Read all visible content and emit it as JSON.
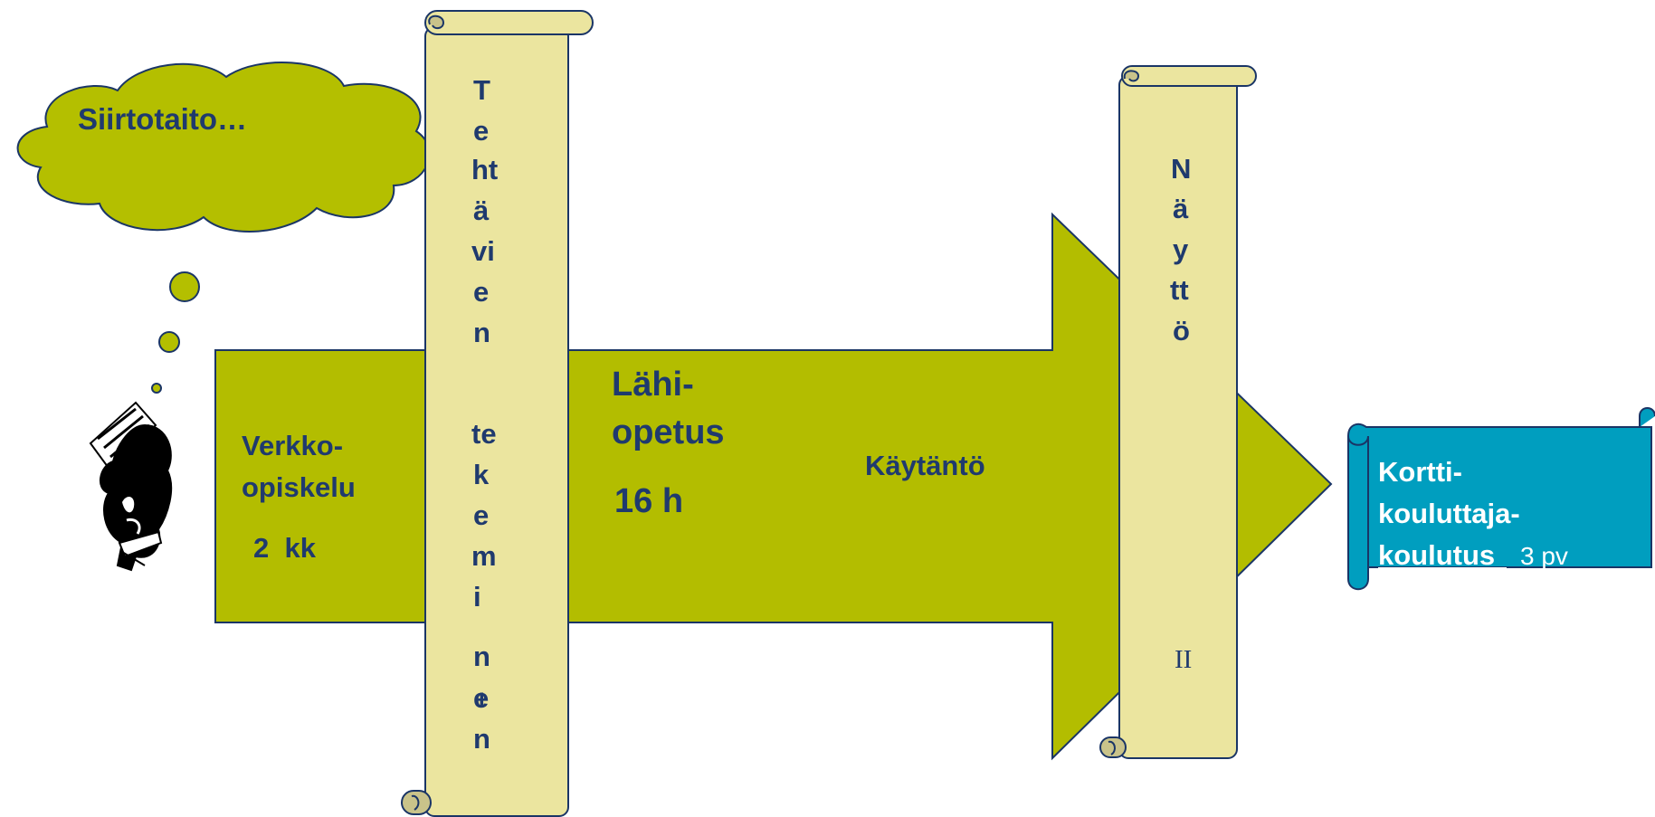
{
  "diagram": {
    "thought_bubble_text": "Siirtotaito…",
    "arrow": {
      "verkko_label_line1": "Verkko-",
      "verkko_label_line2": "opiskelu",
      "verkko_duration": "2  kk",
      "lahi_label_line1": "Lähi-",
      "lahi_label_line2": "opetus",
      "lahi_duration": "16 h",
      "kaytanto_label": "Käytäntö"
    },
    "scroll_tehtavien": {
      "letters": [
        "T",
        "e",
        "ht",
        "ä",
        "vi",
        "e",
        "n",
        "",
        "te",
        "k",
        "e",
        "m",
        "i",
        "",
        "n",
        "e",
        "n"
      ],
      "overlay_mark": "I"
    },
    "scroll_naytto": {
      "letters": [
        "N",
        "ä",
        "y",
        "tt",
        "ö"
      ],
      "roman_numeral": "II"
    },
    "final_banner": {
      "line1": "Kortti-",
      "line2": "kouluttaja-",
      "line3_bold": "koulutus",
      "line3_normal": "3 pv"
    },
    "colors": {
      "olive": "#b3bd00",
      "cloud": "#b4bf00",
      "scroll": "#ebe59f",
      "banner": "#009ebf",
      "text": "#1f3a6e",
      "outline": "#1a3566"
    }
  }
}
